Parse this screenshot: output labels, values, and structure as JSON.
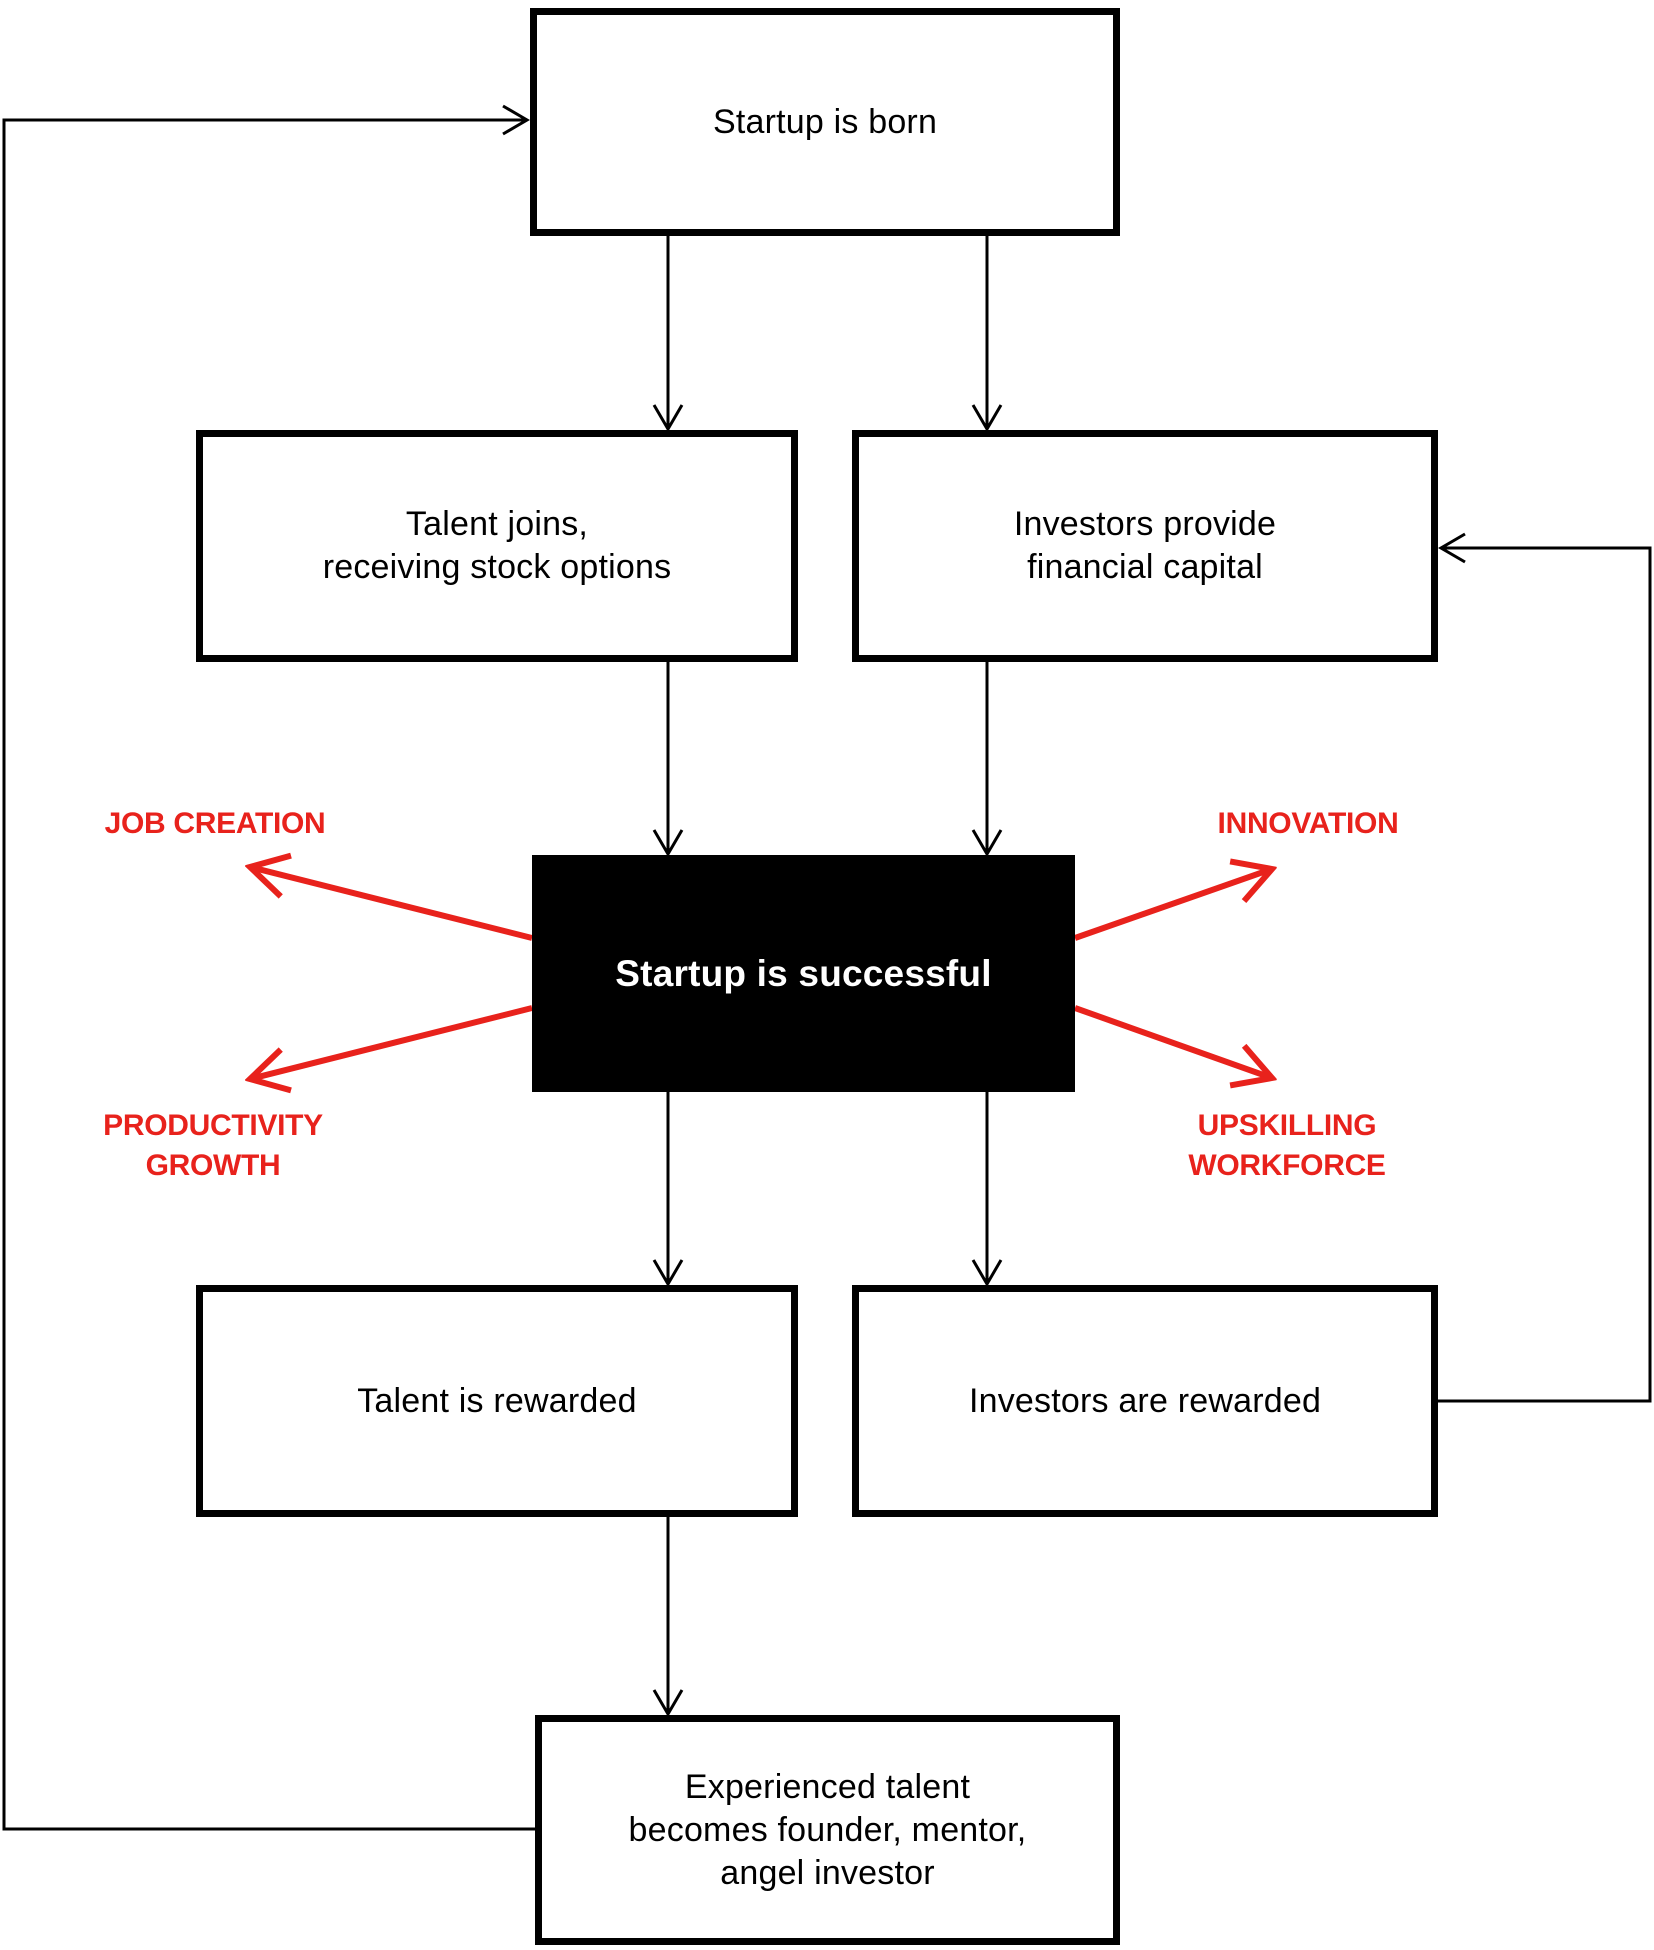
{
  "colors": {
    "accent_red": "#e8221c",
    "line_black": "#000000",
    "box_fill": "#ffffff",
    "highlight_fill": "#000000",
    "highlight_text": "#ffffff"
  },
  "nodes": {
    "startup_born": {
      "label": "Startup is born"
    },
    "talent_joins": {
      "lines": [
        "Talent joins,",
        "receiving stock options"
      ]
    },
    "investors_provide": {
      "lines": [
        "Investors provide",
        "financial capital"
      ]
    },
    "startup_successful": {
      "label": "Startup is successful"
    },
    "talent_rewarded": {
      "label": "Talent is rewarded"
    },
    "investors_rewarded": {
      "label": "Investors are rewarded"
    },
    "experienced_talent": {
      "lines": [
        "Experienced talent",
        "becomes founder, mentor,",
        "angel investor"
      ]
    }
  },
  "outcomes": {
    "job_creation": {
      "label": "JOB CREATION"
    },
    "innovation": {
      "label": "INNOVATION"
    },
    "productivity_growth": {
      "lines": [
        "PRODUCTIVITY",
        "GROWTH"
      ]
    },
    "upskilling_workforce": {
      "lines": [
        "UPSKILLING",
        "WORKFORCE"
      ]
    }
  }
}
